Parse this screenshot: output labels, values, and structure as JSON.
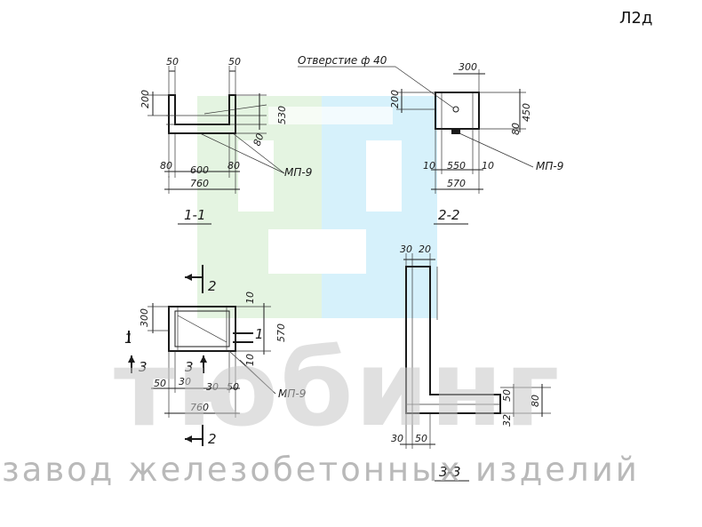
{
  "sheet_code": "Л2д",
  "watermark": {
    "brand": "тюбинг",
    "tagline": "завод железобетонных изделий",
    "colors": {
      "green": "#dff2dc",
      "cyan": "#cfeefa"
    }
  },
  "sections": {
    "s1": "1-1",
    "s2": "2-2",
    "s3": "3-3"
  },
  "cut_marks": {
    "two_top": "2",
    "two_bottom": "2",
    "one_left": "1",
    "one_right": "1",
    "three_left": "3",
    "three_center": "3"
  },
  "labels": {
    "hole": "Отверстие ф 40",
    "mp_a": "МП-9",
    "mp_b": "МП-9",
    "mp_c": "МП-9"
  },
  "dims": {
    "v1": {
      "d50a": "50",
      "d50b": "50",
      "d200": "200",
      "d530": "530",
      "d80r": "80",
      "d80a": "80",
      "d600": "600",
      "d80b": "80",
      "d760": "760"
    },
    "v2": {
      "d300": "300",
      "d200": "200",
      "d450": "450",
      "d80": "80",
      "d10a": "10",
      "d550": "550",
      "d10b": "10",
      "d570": "570"
    },
    "v3": {
      "d30": "30",
      "d20": "20",
      "d50": "50",
      "d80": "80",
      "d32": "32",
      "d30b": "30",
      "d50b": "50"
    },
    "plan": {
      "d300": "300",
      "d10a": "10",
      "d570": "570",
      "d10b": "10",
      "d50a": "50",
      "d30a": "30",
      "d30b": "30",
      "d50b": "50",
      "d760": "760"
    }
  }
}
